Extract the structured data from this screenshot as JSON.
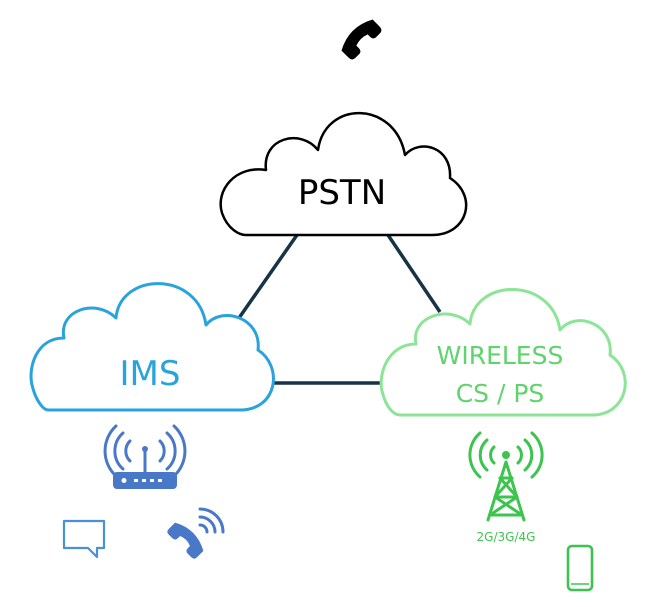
{
  "nodes": {
    "pstn": {
      "label": "PSTN",
      "color": "#000000"
    },
    "ims": {
      "label": "IMS",
      "color": "#2aa3dd"
    },
    "wireless": {
      "line1": "WIRELESS",
      "line2": "CS / PS",
      "color": "#5fd36c"
    }
  },
  "links": {
    "color": "#173447"
  },
  "icons": {
    "phone_top": {
      "name": "telephone-handset-icon",
      "color": "#000000"
    },
    "router": {
      "name": "wifi-router-icon",
      "color": "#4a78c8"
    },
    "chat": {
      "name": "chat-bubble-icon",
      "color": "#4a90d9"
    },
    "voip_phone": {
      "name": "phone-ringing-icon",
      "color": "#4a78c8"
    },
    "tower": {
      "name": "cell-tower-icon",
      "color": "#3dc44f",
      "caption": "2G/3G/4G"
    },
    "mobile": {
      "name": "smartphone-icon",
      "color": "#3dc44f"
    }
  }
}
